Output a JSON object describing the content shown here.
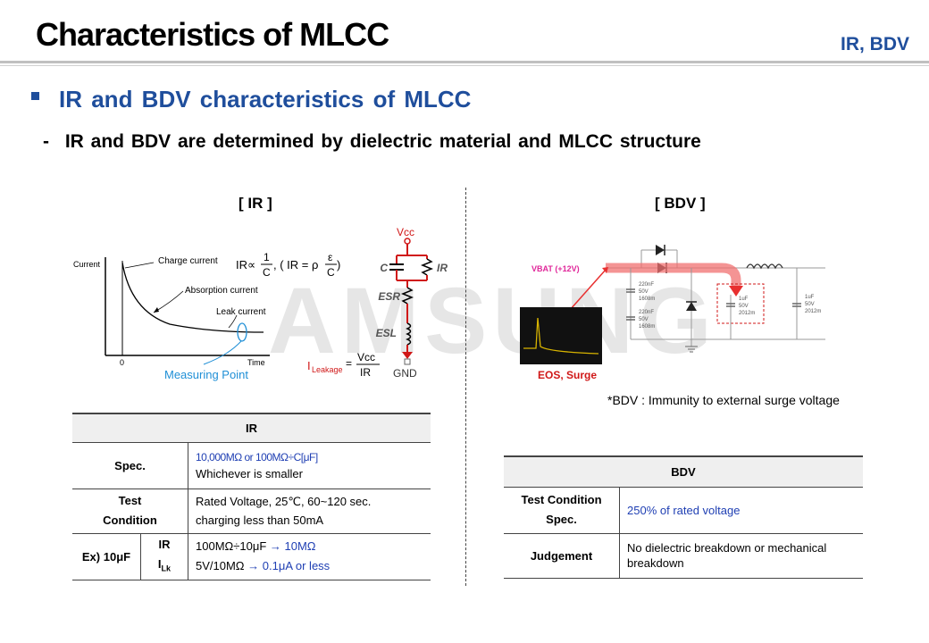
{
  "header": {
    "title": "Characteristics of MLCC",
    "tag": "IR, BDV"
  },
  "section": {
    "heading": "IR and BDV characteristics of MLCC",
    "subheading": "IR and BDV are determined by dielectric material and MLCC structure"
  },
  "watermark": "AMSUNG",
  "ir_panel": {
    "title": "[ IR ]",
    "graph": {
      "y_label": "Current",
      "x_label": "Time",
      "origin": "0",
      "charge_current": "Charge current",
      "absorption_current": "Absorption current",
      "leak_current": "Leak current",
      "measuring_point": "Measuring Point"
    },
    "formula": {
      "prop_prefix": "IR∝",
      "prop_num": "1",
      "prop_den": "C",
      "eq_open": ",  ( IR = ρ",
      "eq_num": "ε",
      "eq_den": "C",
      "eq_close": " )",
      "leak_I": "I",
      "leak_sub": "Leakage",
      "leak_eq": "=",
      "leak_num": "Vcc",
      "leak_den": "IR"
    },
    "circuit": {
      "vcc": "Vcc",
      "c": "C",
      "ir": "IR",
      "esr": "ESR",
      "esl": "ESL",
      "gnd": "GND"
    }
  },
  "bdv_panel": {
    "title": "[ BDV ]",
    "vbat": "VBAT (+12V)",
    "eos": "EOS,  Surge",
    "caps": [
      {
        "v": "220nF",
        "r": "50V",
        "s": "1608m"
      },
      {
        "v": "220nF",
        "r": "50V",
        "s": "1608m"
      },
      {
        "v": "1uF",
        "r": "50V",
        "s": "2012m"
      },
      {
        "v": "1uF",
        "r": "50V",
        "s": "2012m"
      }
    ],
    "note": "*BDV : Immunity to external surge voltage"
  },
  "ir_table": {
    "header": "IR",
    "spec_label": "Spec.",
    "spec_line1": "10,000MΩ   or 100MΩ÷C[μF]",
    "spec_line2": "Whichever is smaller",
    "test_label_1": "Test",
    "test_label_2": "Condition",
    "test_line1": "Rated Voltage, 25℃, 60~120  sec.",
    "test_line2": "charging less than 50mA",
    "ex_label": "Ex) 10μF",
    "ir_sub": "IR",
    "ilk_I": "I",
    "ilk_sub": "Lk",
    "ex_line1_a": "100MΩ÷10μF ",
    "ex_arrow": "→",
    "ex_line1_b": " 10MΩ",
    "ex_line2_a": "5V/10MΩ ",
    "ex_line2_b": " 0.1μA or less"
  },
  "bdv_table": {
    "header": "BDV",
    "test_label_1": "Test Condition",
    "test_label_2": "Spec.",
    "test_value": "250% of rated voltage",
    "judge_label": "Judgement",
    "judge_value": "No dielectric breakdown or mechanical breakdown"
  }
}
